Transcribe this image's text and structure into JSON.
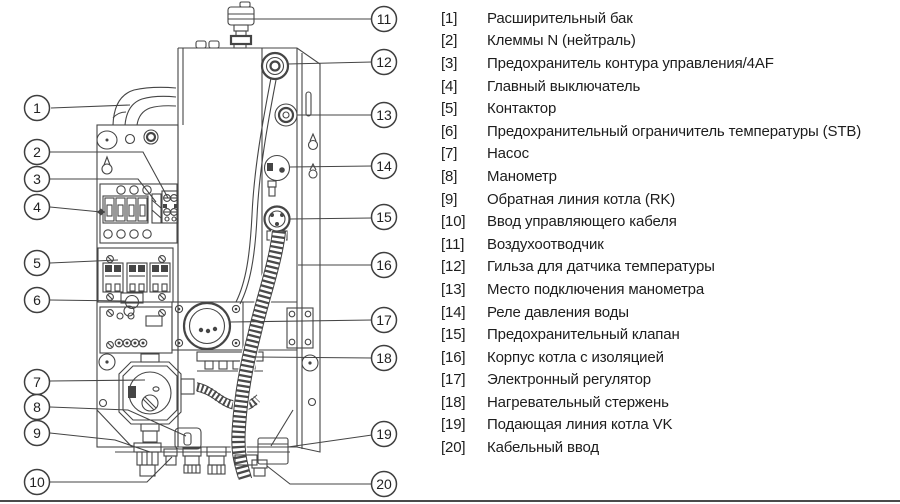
{
  "diagram": {
    "callouts": [
      "1",
      "2",
      "3",
      "4",
      "5",
      "6",
      "7",
      "8",
      "9",
      "10",
      "11",
      "12",
      "13",
      "14",
      "15",
      "16",
      "17",
      "18",
      "19",
      "20"
    ]
  },
  "legend": {
    "items": [
      {
        "num": "[1]",
        "label": "Расширительный бак"
      },
      {
        "num": "[2]",
        "label": "Клеммы N (нейтраль)"
      },
      {
        "num": "[3]",
        "label": "Предохранитель контура управления/4AF"
      },
      {
        "num": "[4]",
        "label": "Главный выключатель"
      },
      {
        "num": "[5]",
        "label": "Контактор"
      },
      {
        "num": "[6]",
        "label": "Предохранительный ограничитель температуры (STB)"
      },
      {
        "num": "[7]",
        "label": "Насос"
      },
      {
        "num": "[8]",
        "label": "Манометр"
      },
      {
        "num": "[9]",
        "label": "Обратная линия котла (RK)"
      },
      {
        "num": "[10]",
        "label": "Ввод управляющего кабеля"
      },
      {
        "num": "[11]",
        "label": "Воздухоотводчик"
      },
      {
        "num": "[12]",
        "label": "Гильза для датчика температуры"
      },
      {
        "num": "[13]",
        "label": "Место подключения манометра"
      },
      {
        "num": "[14]",
        "label": "Реле давления воды"
      },
      {
        "num": "[15]",
        "label": "Предохранительный клапан"
      },
      {
        "num": "[16]",
        "label": "Корпус котла с изоляцией"
      },
      {
        "num": "[17]",
        "label": "Электронный регулятор"
      },
      {
        "num": "[18]",
        "label": "Нагревательный стержень"
      },
      {
        "num": "[19]",
        "label": "Подающая линия котла VK"
      },
      {
        "num": "[20]",
        "label": "Кабельный ввод"
      }
    ]
  },
  "colors": {
    "line": "#454545",
    "text": "#1d1d1d",
    "background": "#ffffff"
  }
}
